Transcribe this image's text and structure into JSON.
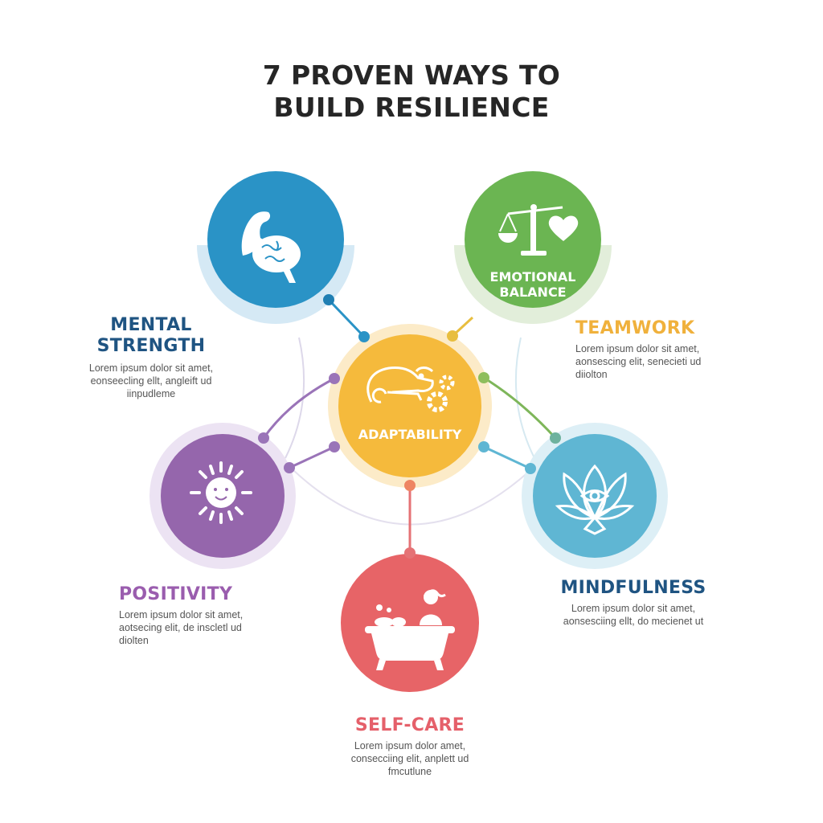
{
  "title": {
    "line1": "7 PROVEN WAYS TO",
    "line2": "BUILD RESILIENCE"
  },
  "colors": {
    "mental_strength": "#2A93C6",
    "emotional_balance": "#6BB552",
    "adaptability": "#F5BA3C",
    "positivity": "#9566AC",
    "mindfulness": "#5FB6D3",
    "self_care": "#E76467",
    "teamwork_text": "#F0B13C",
    "navy_text": "#1F5482",
    "title_text": "#262626",
    "body_text": "#555555"
  },
  "nodes": {
    "mental_strength": {
      "heading_line1": "MENTAL",
      "heading_line2": "STRENGTH",
      "body_line1": "Lorem ipsum dolor sit amet,",
      "body_line2": "eonseecling ellt, angleift ud",
      "body_line3": "iinpudleme",
      "icon": "flexed-arm-brain-icon"
    },
    "emotional_balance": {
      "circle_line1": "EMOTIONAL",
      "circle_line2": "BALANCE",
      "icon": "scale-heart-icon"
    },
    "teamwork": {
      "heading": "TEAMWORK",
      "body_line1": "Lorem ipsum dolor sit amet,",
      "body_line2": "aonsescing elit, senecieti ud",
      "body_line3": "diiolton"
    },
    "adaptability": {
      "circle_label": "ADAPTABILITY",
      "icon": "chameleon-gears-icon"
    },
    "positivity": {
      "heading": "POSITIVITY",
      "body_line1": "Lorem ipsum dolor sit amet,",
      "body_line2": "aotsecing elit, de inscletl ud",
      "body_line3": "diolten",
      "icon": "smiling-sun-icon"
    },
    "mindfulness": {
      "heading": "MINDFULNESS",
      "body_line1": "Lorem ipsum dolor sit amet,",
      "body_line2": "aonsesciing ellt, do mecienet ut",
      "icon": "lotus-eye-icon"
    },
    "self_care": {
      "heading": "SELF-CARE",
      "body_line1": "Lorem ipsum dolor amet,",
      "body_line2": "consecciing elit, anplett ud",
      "body_line3": "fmcutlune",
      "icon": "bathtub-person-icon"
    }
  }
}
